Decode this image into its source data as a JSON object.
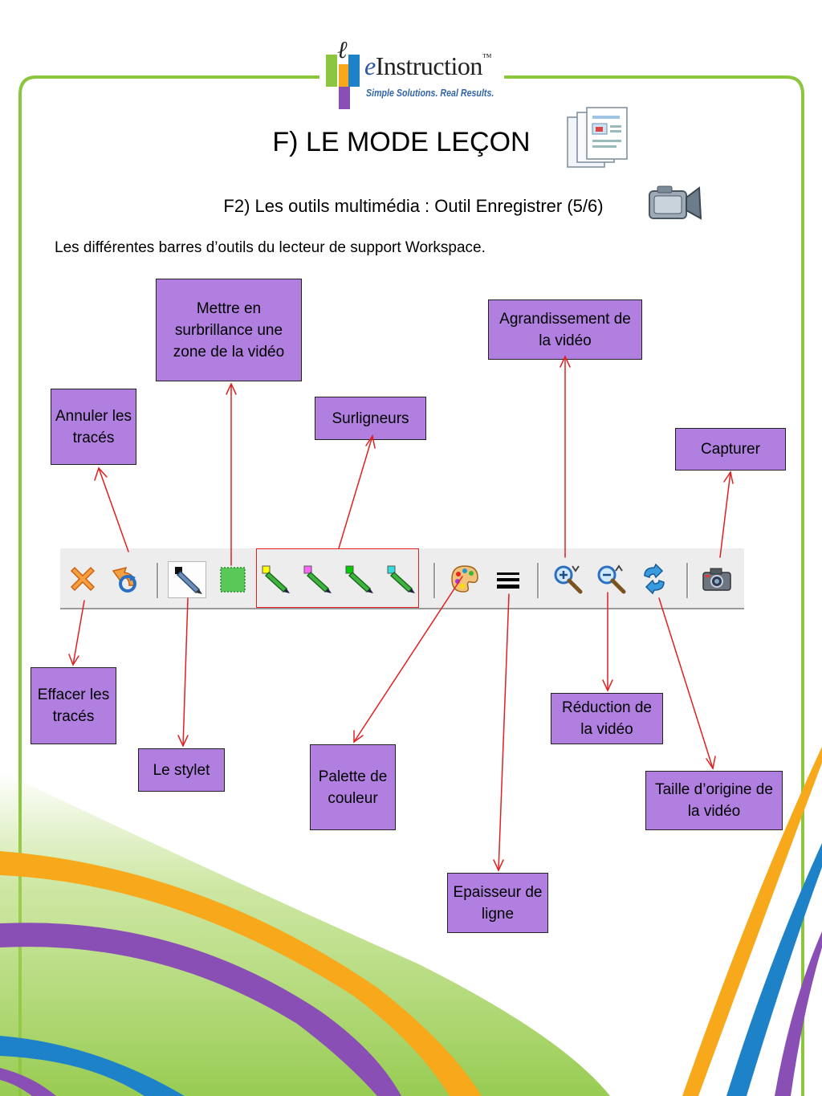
{
  "header": {
    "brand": "Instruction",
    "brand_prefix": "e",
    "brand_tm": "™",
    "tagline": "Simple Solutions. Real Results.",
    "title": "F) LE MODE LEÇON",
    "subtitle": "F2) Les outils multimédia : Outil Enregistrer (5/6)"
  },
  "intro": "Les différentes barres d’outils du lecteur de support Workspace.",
  "labels": {
    "mettre_en_surbrillance": "Mettre en surbrillance une zone de la vidéo",
    "agrandissement": "Agrandissement de la vidéo",
    "annuler": "Annuler les tracés",
    "surligneurs": "Surligneurs",
    "capturer": "Capturer",
    "effacer": "Effacer les tracés",
    "stylet": "Le stylet",
    "palette": "Palette de couleur",
    "reduction": "Réduction de la vidéo",
    "taille_origine": "Taille d’origine de la vidéo",
    "epaisseur": "Epaisseur de ligne"
  },
  "toolbar": {
    "tools": [
      {
        "icon": "erase-x-icon"
      },
      {
        "icon": "undo-icon"
      },
      {
        "icon": "stylus-icon"
      },
      {
        "icon": "highlight-area-icon"
      },
      {
        "icon": "highlighter-yellow-icon",
        "color": "#ffff00"
      },
      {
        "icon": "highlighter-pink-icon",
        "color": "#ff66ff"
      },
      {
        "icon": "highlighter-green-icon",
        "color": "#00cc00"
      },
      {
        "icon": "highlighter-cyan-icon",
        "color": "#33dddd"
      },
      {
        "icon": "color-palette-icon"
      },
      {
        "icon": "line-width-icon"
      },
      {
        "icon": "zoom-in-icon"
      },
      {
        "icon": "zoom-out-icon"
      },
      {
        "icon": "original-size-icon"
      },
      {
        "icon": "camera-icon"
      }
    ]
  },
  "colors": {
    "label_fill": "#b07fdf",
    "arrow": "#e02020",
    "frame_green": "#8cc63f",
    "swoosh_purple": "#8a4fb5",
    "swoosh_orange": "#f7a81b",
    "swoosh_blue": "#1e82c8"
  }
}
